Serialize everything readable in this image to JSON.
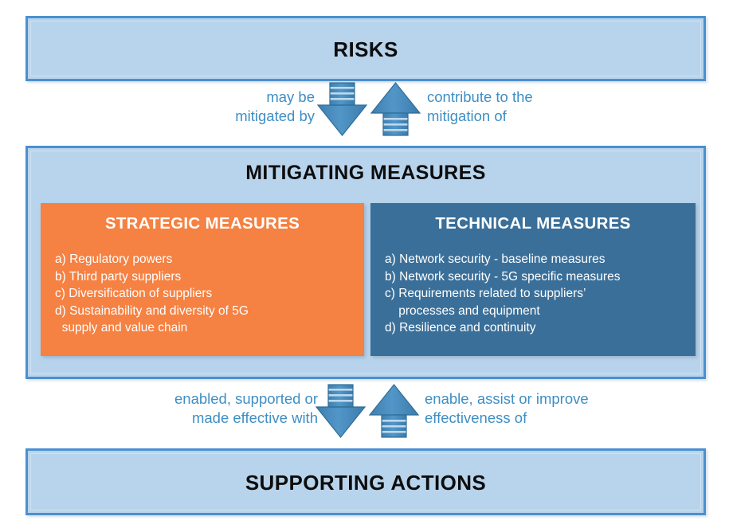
{
  "diagram": {
    "title": "Risks, mitigating measures and supporting actions",
    "colors": {
      "panel_fill": "#b8d4ec",
      "panel_border": "#4a90cf",
      "strategic_fill": "#f58142",
      "technical_fill": "#3a6f99",
      "arrow_fill": "#4a8cbe",
      "arrow_label_text": "#3e8ec4",
      "panel_title_text": "#0d0d0d",
      "card_text": "#ffffff",
      "background": "#ffffff"
    },
    "risks": {
      "title": "RISKS"
    },
    "mitigating": {
      "title": "MITIGATING MEASURES",
      "strategic": {
        "title": "STRATEGIC MEASURES",
        "items": [
          "a) Regulatory powers",
          "b) Third party suppliers",
          "c) Diversification of suppliers",
          "d) Sustainability and diversity of 5G",
          "  supply and value chain"
        ]
      },
      "technical": {
        "title": "TECHNICAL MEASURES",
        "items": [
          "a) Network security - baseline measures",
          "b) Network security - 5G specific measures",
          "c) Requirements related to suppliers’",
          "    processes and equipment",
          "d) Resilience and continuity"
        ]
      }
    },
    "supporting": {
      "title": "SUPPORTING ACTIONS"
    },
    "connectors": {
      "top": {
        "down_arrow_icon": "arrow-down-icon",
        "up_arrow_icon": "arrow-up-icon",
        "left_label_line1": "may be",
        "left_label_line2": "mitigated by",
        "right_label_line1": "contribute to the",
        "right_label_line2": "mitigation of"
      },
      "bottom": {
        "down_arrow_icon": "arrow-down-icon",
        "up_arrow_icon": "arrow-up-icon",
        "left_label_line1": "enabled, supported or",
        "left_label_line2": "made effective with",
        "right_label_line1": "enable, assist or improve",
        "right_label_line2": "effectiveness of"
      }
    }
  }
}
